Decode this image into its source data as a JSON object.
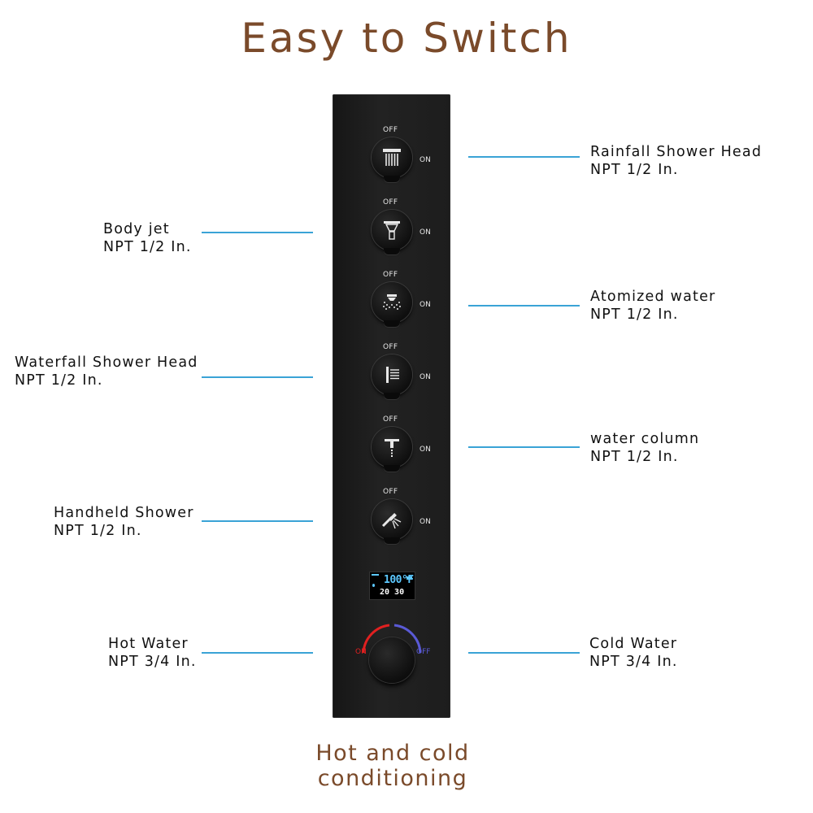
{
  "title": "Easy to Switch",
  "caption": {
    "line1": "Hot and cold",
    "line2": "conditioning"
  },
  "colors": {
    "title": "#7a4a2a",
    "leader_line": "#3aa3d6",
    "panel": "#1d1d1d",
    "hot_arc": "#e02020",
    "cold_arc": "#5a5ad6",
    "display_blue": "#5cc8ff"
  },
  "panel": {
    "knobs": [
      {
        "off": "OFF",
        "on": "ON",
        "icon": "rainfall-shower-icon"
      },
      {
        "off": "OFF",
        "on": "ON",
        "icon": "body-jet-icon"
      },
      {
        "off": "OFF",
        "on": "ON",
        "icon": "atomized-water-icon"
      },
      {
        "off": "OFF",
        "on": "ON",
        "icon": "waterfall-shower-icon"
      },
      {
        "off": "OFF",
        "on": "ON",
        "icon": "water-column-icon"
      },
      {
        "off": "OFF",
        "on": "ON",
        "icon": "handheld-shower-icon"
      }
    ],
    "display": {
      "temperature": "100°F",
      "time": "20 30"
    },
    "mixer": {
      "on": "ON",
      "off": "OFF"
    }
  },
  "labels": {
    "rainfall": {
      "name": "Rainfall Shower Head",
      "spec": "NPT 1/2 In."
    },
    "body_jet": {
      "name": "Body jet",
      "spec": "NPT 1/2 In."
    },
    "atomized": {
      "name": "Atomized water",
      "spec": "NPT 1/2 In."
    },
    "waterfall": {
      "name": "Waterfall Shower Head",
      "spec": "NPT 1/2 In."
    },
    "water_column": {
      "name": "water column",
      "spec": "NPT 1/2 In."
    },
    "handheld": {
      "name": "Handheld Shower",
      "spec": "NPT 1/2 In."
    },
    "hot_water": {
      "name": "Hot Water",
      "spec": "NPT 3/4 In."
    },
    "cold_water": {
      "name": "Cold Water",
      "spec": "NPT 3/4 In."
    }
  }
}
